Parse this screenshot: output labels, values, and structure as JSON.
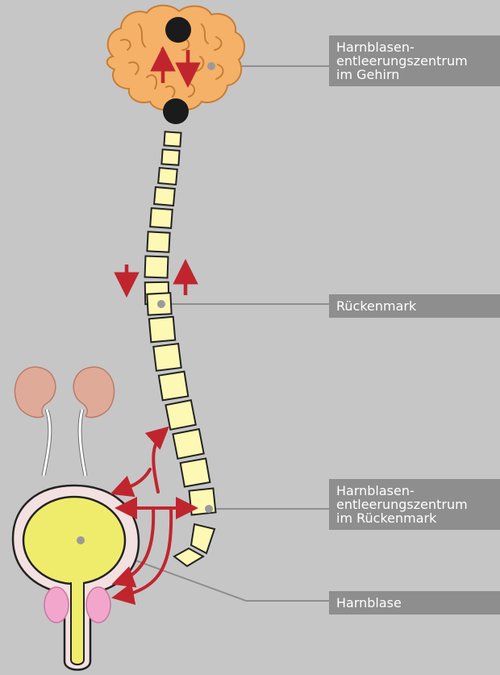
{
  "labels": {
    "brain_center": [
      "Harnblasen-",
      "entleerungszentrum",
      "im Gehirn"
    ],
    "spinal_cord": [
      "Rückenmark"
    ],
    "spinal_center": [
      "Harnblasen-",
      "entleerungszentrum",
      "im Rückenmark"
    ],
    "bladder": [
      "Harnblase"
    ]
  },
  "colors": {
    "background": "#c6c6c6",
    "label_box": "#8e8e8e",
    "brain": "#f5b168",
    "vertebra": "#fdf8b4",
    "bladder": "#efec6c",
    "kidney": "#e0aa98",
    "prostate": "#f3a6cc",
    "arrow": "#c0252e"
  }
}
